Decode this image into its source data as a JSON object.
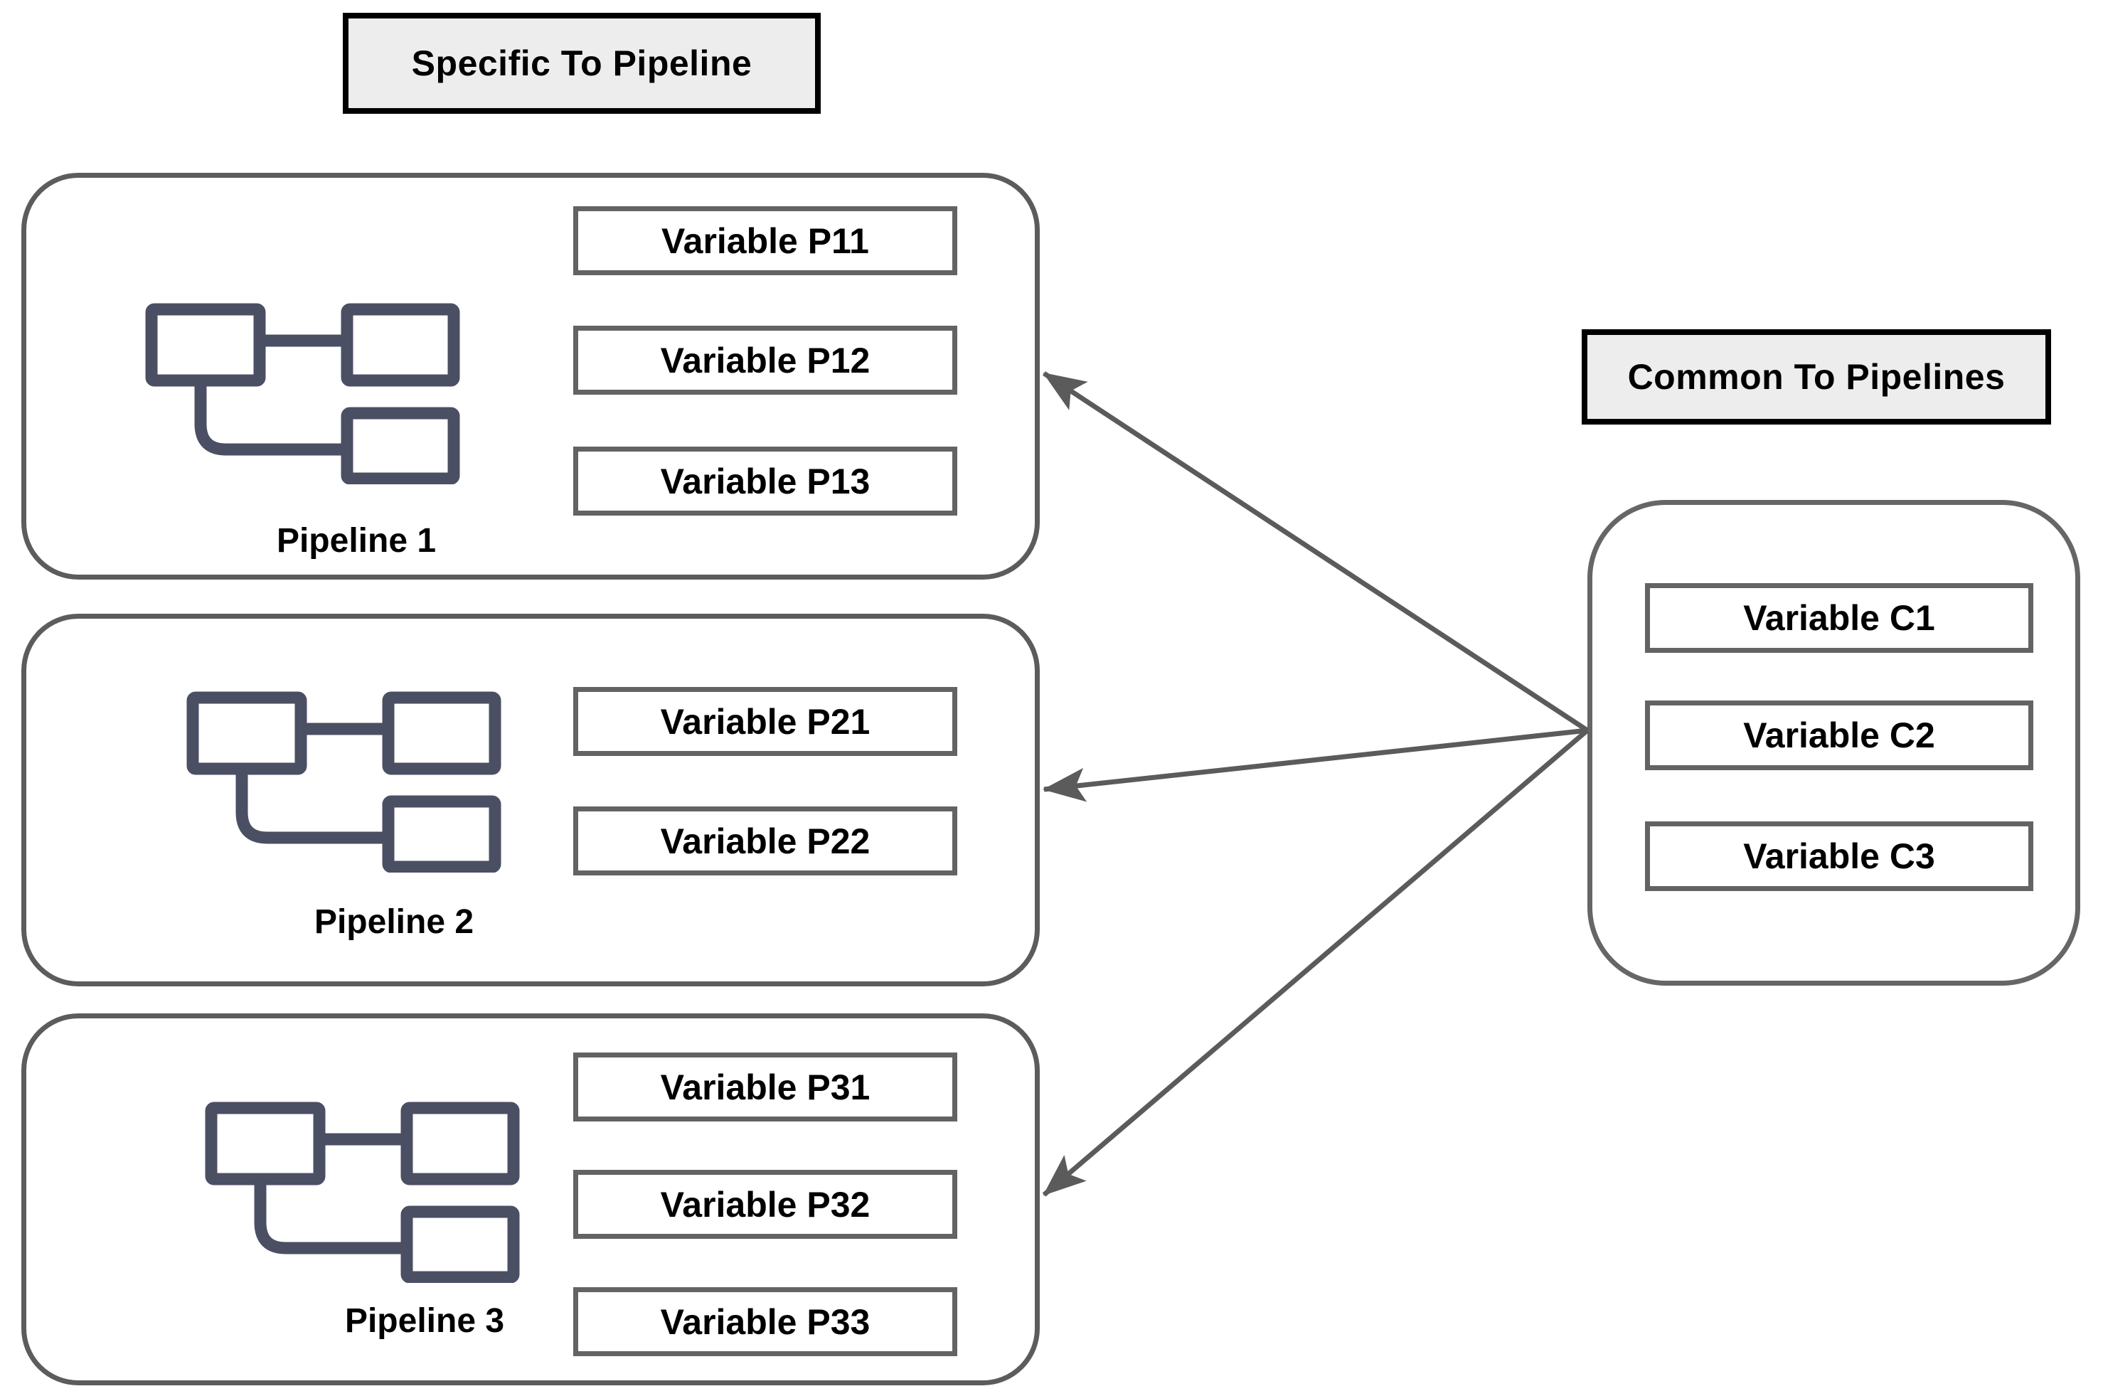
{
  "diagram": {
    "left_group": {
      "title": "Specific To Pipeline",
      "pipelines": [
        {
          "label": "Pipeline 1",
          "icon": "flowchart-icon",
          "variables": [
            "Variable P11",
            "Variable P12",
            "Variable P13"
          ]
        },
        {
          "label": "Pipeline 2",
          "icon": "flowchart-icon",
          "variables": [
            "Variable P21",
            "Variable P22"
          ]
        },
        {
          "label": "Pipeline 3",
          "icon": "flowchart-icon",
          "variables": [
            "Variable P31",
            "Variable P32",
            "Variable P33"
          ]
        }
      ]
    },
    "right_group": {
      "title": "Common To Pipelines",
      "variables": [
        "Variable C1",
        "Variable C2",
        "Variable C3"
      ]
    },
    "colors": {
      "background": "#ffffff",
      "title_fill": "#ededed",
      "title_border": "#000000",
      "container_border": "#5c5c5c",
      "variable_border": "#636363",
      "icon": "#4b4f63",
      "arrow": "#5b5b5b",
      "text": "#000000"
    }
  }
}
